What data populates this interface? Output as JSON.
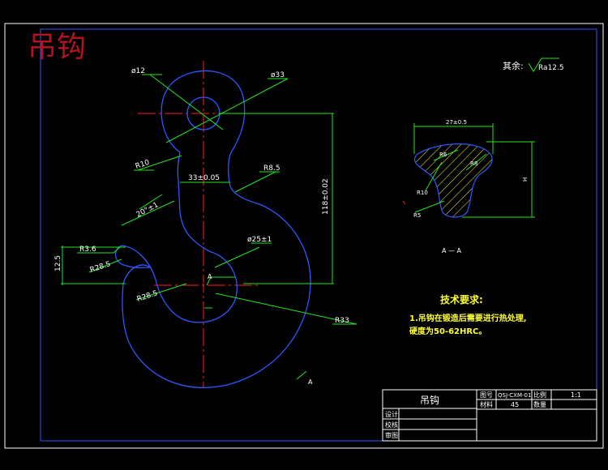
{
  "title": "吊钩",
  "roughness": {
    "label": "其余:",
    "value": "Ra12.5"
  },
  "dims": {
    "d12": "ø12",
    "d33": "ø33",
    "r10": "R10",
    "r8_5": "R8.5",
    "w33": "33±0.05",
    "h118": "118±0.02",
    "a20": "20°±1",
    "d25": "ø25±1",
    "r3_6": "R3.6",
    "h12_5": "12.5",
    "r28_5a": "R28.5",
    "r28_5b": "R28.5",
    "r33": "R33",
    "sec_w": "27±0.5",
    "sec_h": "H",
    "sec_r1": "R6",
    "sec_r2": "R8",
    "sec_r3": "R10",
    "sec_r4": "R5"
  },
  "section_label": "A — A",
  "view_mark": "A",
  "tech": {
    "heading": "技术要求:",
    "line1": "1.吊钩在锻造后需要进行热处理,",
    "line2": "硬度为50-62HRC。"
  },
  "titleblock": {
    "name": "吊钩",
    "drawing_no_label": "图号",
    "drawing_no": "QSJ-CXM-01",
    "scale_label": "比例",
    "scale": "1:1",
    "material_label": "材料",
    "material": "45",
    "qty_label": "数量",
    "design_label": "设计",
    "check_label": "校核",
    "approve_label": "审图"
  },
  "colors": {
    "outline": "#2e57ff",
    "dimension": "#22e61f",
    "center": "#ff1f1f",
    "text": "#ffffff",
    "note": "#ffff33",
    "title": "#b0131d",
    "border": "#ffffff",
    "hatch": "#ffff33"
  }
}
